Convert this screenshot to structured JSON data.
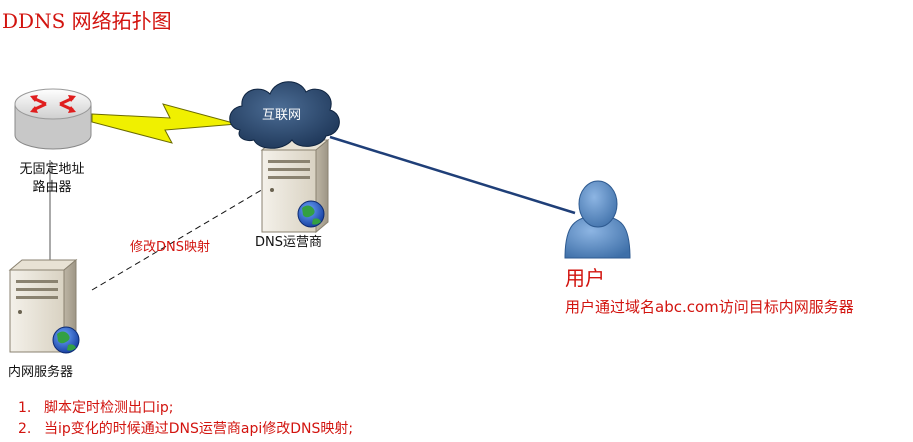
{
  "title": "DDNS 网络拓扑图",
  "nodes": {
    "router": {
      "label_line1": "无固定地址",
      "label_line2": "路由器",
      "icon": "router-icon"
    },
    "internet": {
      "label": "互联网",
      "icon": "cloud-icon"
    },
    "dns_provider": {
      "label": "DNS运营商",
      "icon": "server-icon"
    },
    "internal_server": {
      "label": "内网服务器",
      "icon": "server-icon"
    },
    "user": {
      "name": "用户",
      "description": "用户通过域名abc.com访问目标内网服务器",
      "icon": "user-icon"
    }
  },
  "edges": {
    "modify_dns": {
      "label": "修改DNS映射"
    }
  },
  "notes": [
    {
      "num": "1.",
      "text": "脚本定时检测出口ip;"
    },
    {
      "num": "2.",
      "text": "当ip变化的时候通过DNS运营商api修改DNS映射;"
    }
  ],
  "colors": {
    "accent_text": "#d2140f",
    "link_line": "#1f3f78",
    "lightning": "#f0f000",
    "cloud": "#2c4a70",
    "router_arrows": "#e01e1e",
    "user": "#5f8fc8"
  }
}
